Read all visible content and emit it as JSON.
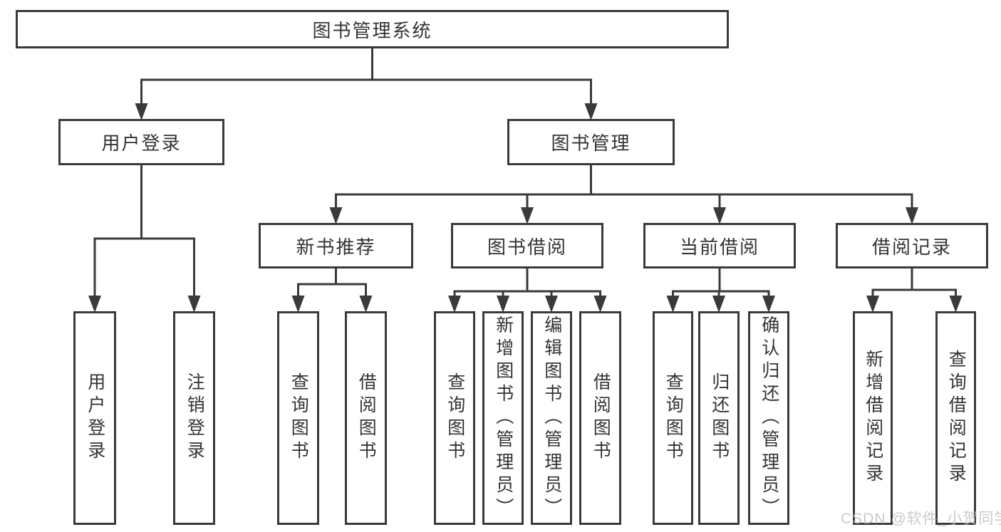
{
  "colors": {
    "line": "#3a3a3a",
    "text": "#333333",
    "box_background": "#ffffff",
    "background": "#ffffff",
    "watermark": "#bcbcbc"
  },
  "watermark": "CSDN @软件_小贺同学",
  "nodes": {
    "root": {
      "label": "图书管理系统",
      "children": [
        "user_login",
        "book_mgmt"
      ]
    },
    "user_login": {
      "label": "用户登录",
      "children": [
        "leaf_user_login",
        "leaf_logout"
      ]
    },
    "book_mgmt": {
      "label": "图书管理",
      "children": [
        "new_books",
        "borrow",
        "current",
        "records"
      ]
    },
    "new_books": {
      "label": "新书推荐",
      "children": [
        "leaf_nb_search",
        "leaf_nb_borrow"
      ]
    },
    "borrow": {
      "label": "图书借阅",
      "children": [
        "leaf_bw_search",
        "leaf_bw_add",
        "leaf_bw_edit",
        "leaf_bw_borrow"
      ]
    },
    "current": {
      "label": "当前借阅",
      "children": [
        "leaf_cur_search",
        "leaf_cur_return",
        "leaf_cur_confirm"
      ]
    },
    "records": {
      "label": "借阅记录",
      "children": [
        "leaf_rec_add",
        "leaf_rec_search"
      ]
    },
    "leaf_user_login": {
      "label": "用户登录",
      "children": []
    },
    "leaf_logout": {
      "label": "注销登录",
      "children": []
    },
    "leaf_nb_search": {
      "label": "查询图书",
      "children": []
    },
    "leaf_nb_borrow": {
      "label": "借阅图书",
      "children": []
    },
    "leaf_bw_search": {
      "label": "查询图书",
      "children": []
    },
    "leaf_bw_add": {
      "label": "新增图书（管理员）",
      "children": []
    },
    "leaf_bw_edit": {
      "label": "编辑图书（管理员）",
      "children": []
    },
    "leaf_bw_borrow": {
      "label": "借阅图书",
      "children": []
    },
    "leaf_cur_search": {
      "label": "查询图书",
      "children": []
    },
    "leaf_cur_return": {
      "label": "归还图书",
      "children": []
    },
    "leaf_cur_confirm": {
      "label": "确认归还（管理员）",
      "children": []
    },
    "leaf_rec_add": {
      "label": "新增借阅记录",
      "children": []
    },
    "leaf_rec_search": {
      "label": "查询借阅记录",
      "children": []
    }
  }
}
